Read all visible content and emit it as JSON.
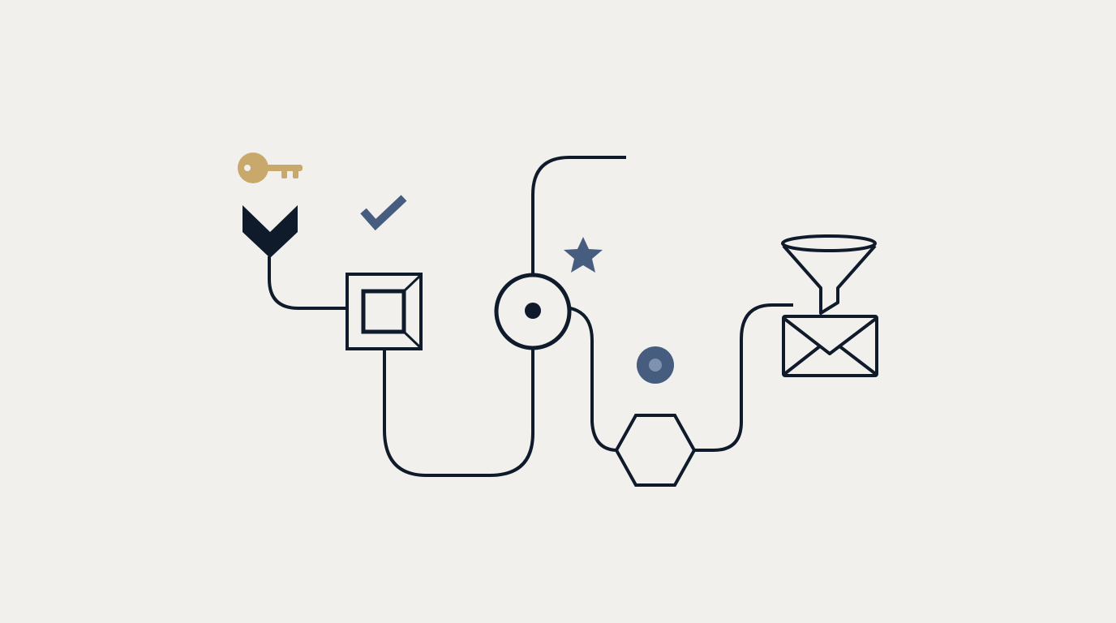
{
  "diagram": {
    "style": "flat line-art flow illustration, no visible text",
    "colors": {
      "background": "#f2f0ec",
      "line": "#0f1b2b",
      "accent_blue": "#465d80",
      "accent_blue_light": "#7f93b0",
      "accent_gold": "#c9a86b"
    },
    "icons": [
      "key-icon",
      "chevron-down-icon",
      "check-icon",
      "square-node-icon",
      "target-node-icon",
      "star-icon",
      "dot-icon",
      "hexagon-node-icon",
      "funnel-icon",
      "envelope-icon"
    ],
    "connectors": [
      "chevron-to-square",
      "square-to-target",
      "target-top-branch",
      "target-to-hexagon",
      "hexagon-to-envelope"
    ]
  }
}
